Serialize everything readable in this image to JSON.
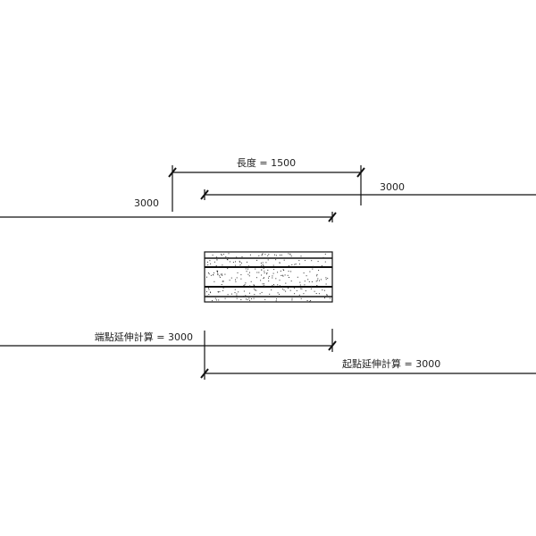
{
  "dimensions": {
    "length_label": "長度 = 1500",
    "left_value": "3000",
    "right_value": "3000",
    "end_extension_label": "端點延伸計算 = 3000",
    "start_extension_label": "起點延伸計算 = 3000"
  },
  "colors": {
    "line": "#111111",
    "text": "#222222"
  }
}
